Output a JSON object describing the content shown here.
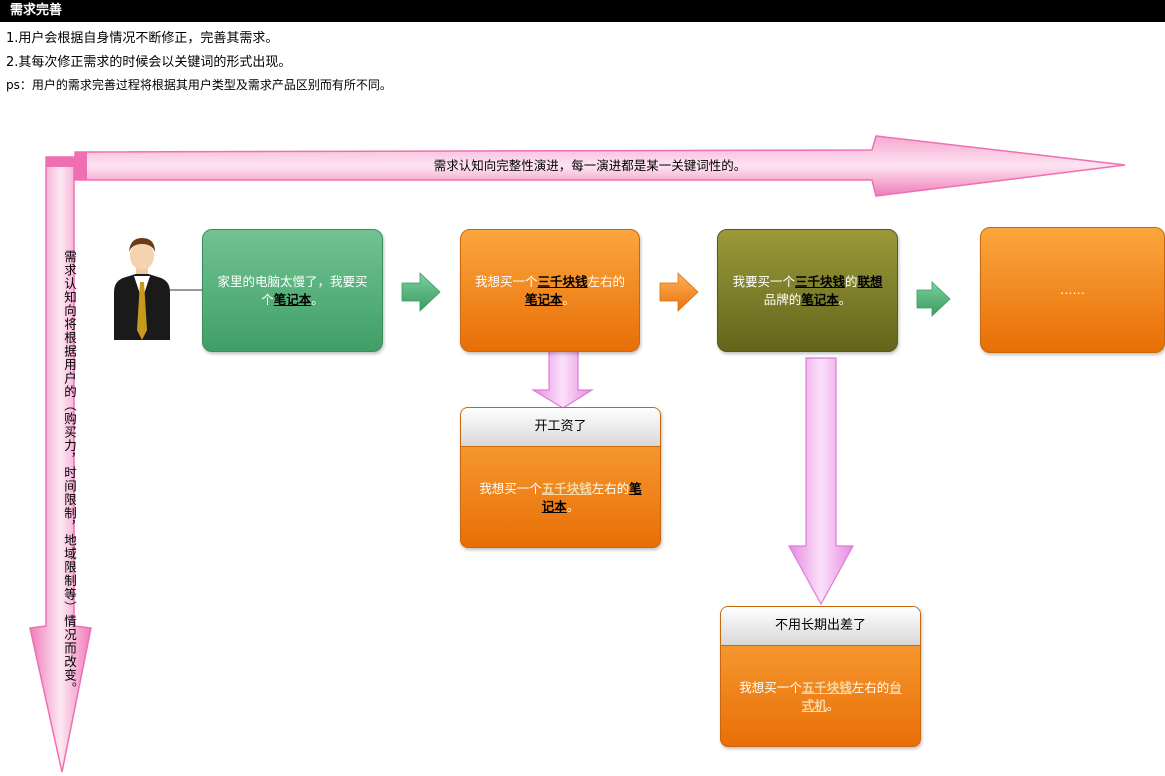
{
  "header": {
    "title": "需求完善"
  },
  "notes": {
    "line1": "1.用户会根据自身情况不断修正，完善其需求。",
    "line2": "2.其每次修正需求的时候会以关键词的形式出现。",
    "ps": "ps：用户的需求完善过程将根据其用户类型及需求产品区别而有所不同。"
  },
  "top_arrow": {
    "label": "需求认知向完整性演进，每一演进都是某一关键词性的。"
  },
  "side_arrow": {
    "label": "需求认知向将根据用户的（购买力，时间限制，地域限制等）情况而改变。"
  },
  "steps": {
    "s1": {
      "pre": "家里的电脑太慢了，我要买个",
      "kw": "笔记本",
      "post": "。"
    },
    "s2": {
      "pre": "我想买一个",
      "kw1": "三千块钱",
      "mid": "左右的",
      "kw2": "笔记本",
      "post": "。"
    },
    "s3": {
      "pre": "我要买一个",
      "kw1": "三千块钱",
      "mid1": "的",
      "kw2": "联想",
      "mid2": "品牌的",
      "kw3": "笔记本",
      "post": "。"
    },
    "s4": {
      "text": "……"
    }
  },
  "branches": {
    "b1": {
      "title": "开工资了",
      "pre": "我想买一个",
      "kw1": "五千块钱",
      "mid": "左右的",
      "kw2": "笔记本",
      "post": "。"
    },
    "b2": {
      "title": "不用长期出差了",
      "pre": "我想买一个",
      "kw1": "五千块钱",
      "mid": "左右的",
      "kw2": "台式机",
      "post": "。"
    }
  },
  "colors": {
    "arrow_pink": "#f07ab8",
    "green": "#4aa870",
    "orange": "#f08a1c",
    "olive": "#7b7d25"
  }
}
